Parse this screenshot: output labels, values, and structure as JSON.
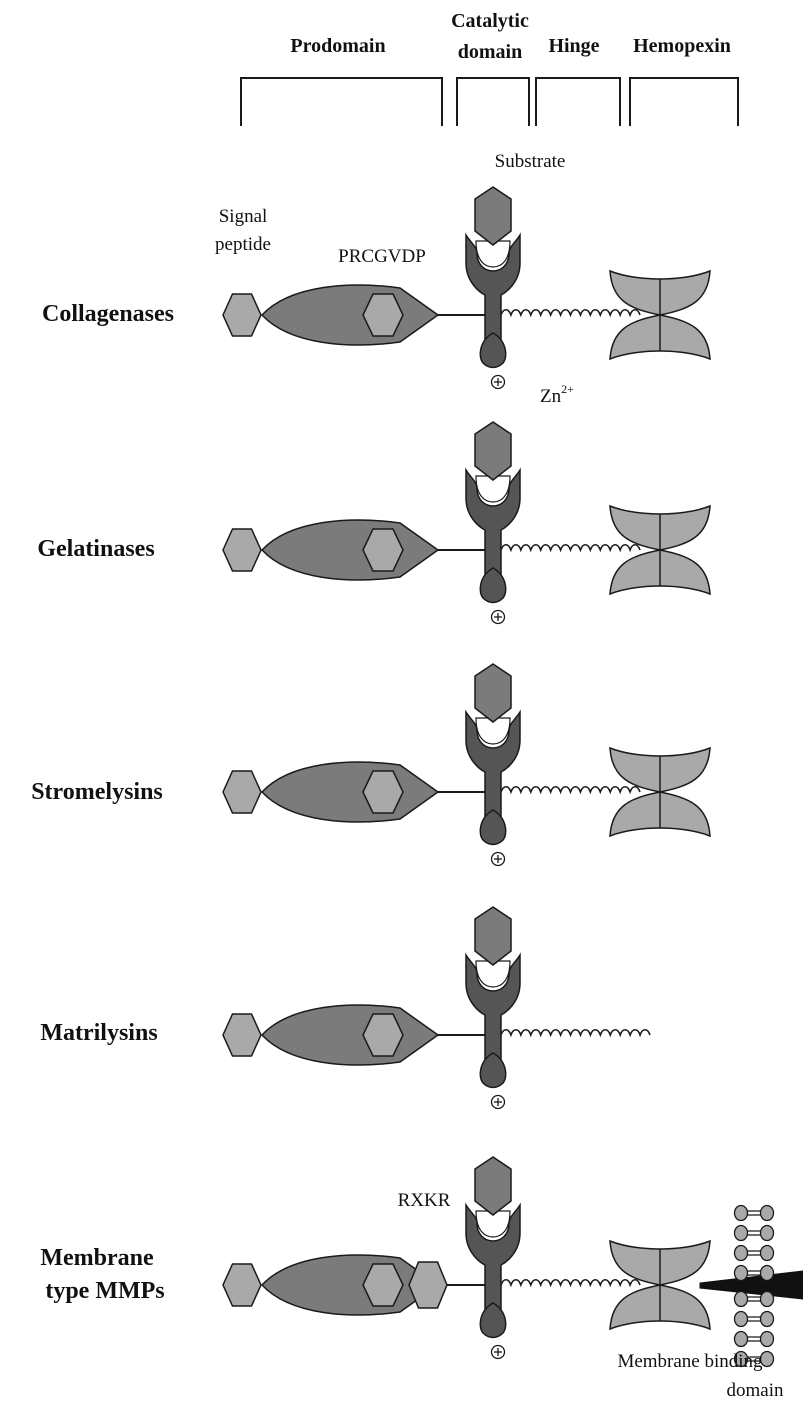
{
  "domains": {
    "prodomain": "Prodomain",
    "catalytic_line1": "Catalytic",
    "catalytic_line2": "domain",
    "hinge": "Hinge",
    "hemopexin": "Hemopexin"
  },
  "labels": {
    "substrate": "Substrate",
    "signal_line1": "Signal",
    "signal_line2": "peptide",
    "prcgvdp": "PRCGVDP",
    "zn": "Zn",
    "zn_sup": "2+",
    "rxkr": "RXKR",
    "membrane_line1": "Membrane binding",
    "membrane_line2": "domain"
  },
  "rows": [
    {
      "name": "Collagenases",
      "hemopexin": true
    },
    {
      "name": "Gelatinases",
      "hemopexin": true
    },
    {
      "name": "Stromelysins",
      "hemopexin": true
    },
    {
      "name": "Matrilysins",
      "hemopexin": false
    },
    {
      "name_line1": "Membrane",
      "name_line2": "type MMPs",
      "hemopexin": true,
      "furin_site": true,
      "membrane": true
    }
  ],
  "colors": {
    "light": "#a9a9a9",
    "mid": "#7b7b7b",
    "dark": "#555555",
    "outline": "#1a1a1a"
  }
}
